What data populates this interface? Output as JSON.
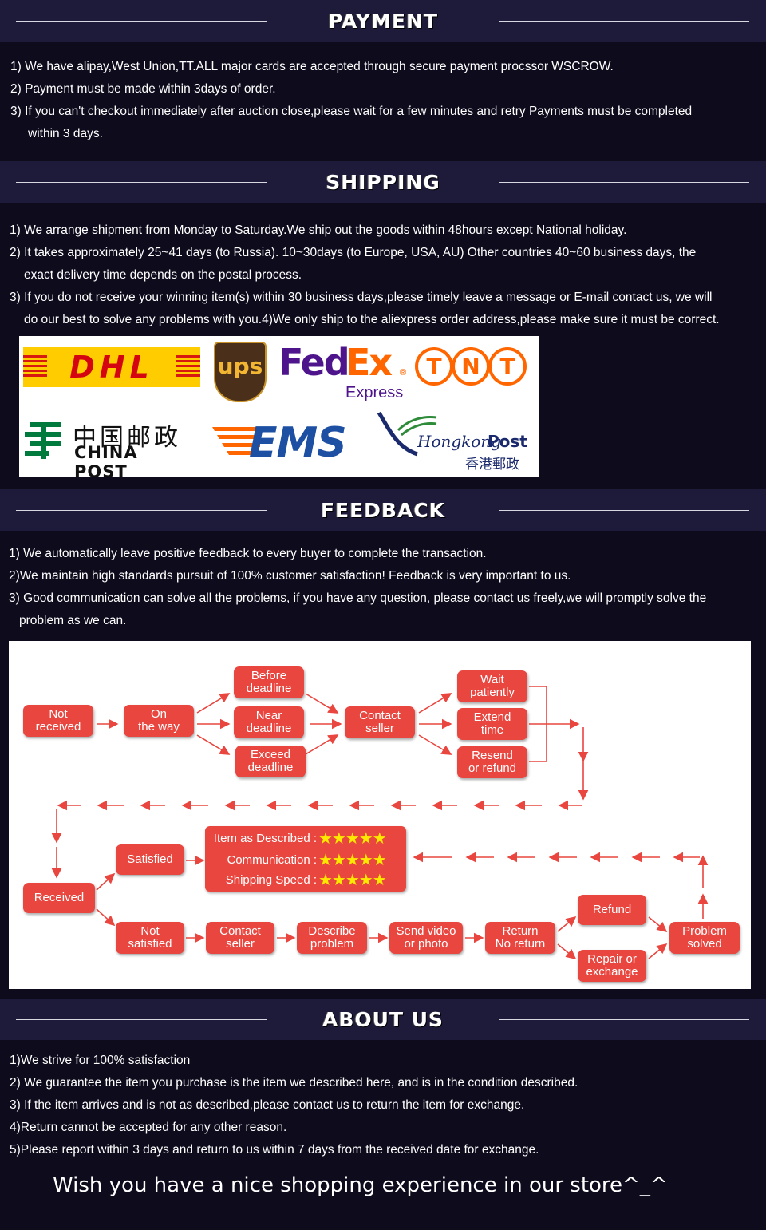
{
  "payment": {
    "title": "PAYMENT",
    "lines": [
      "1) We have alipay,West Union,TT.ALL major cards are accepted through secure payment procssor WSCROW.",
      "2) Payment must be made within 3days of order.",
      "3) If you can't checkout immediately after auction close,please wait for a few minutes and retry Payments must be completed",
      "within 3 days."
    ]
  },
  "shipping": {
    "title": "SHIPPING",
    "lines": [
      "1) We arrange shipment from Monday to Saturday.We ship out the goods within 48hours except National holiday.",
      "2) It takes approximately 25~41 days (to Russia). 10~30days (to Europe, USA, AU) Other countries 40~60 business days, the",
      "exact delivery time depends on the postal process.",
      "3) If you do not receive your winning item(s) within 30 business days,please timely leave a message or E-mail contact us, we will",
      "do our best to solve any problems with you.4)We only ship to the aliexpress order address,please make sure it must be correct."
    ],
    "logos": {
      "dhl": "DHL",
      "ups": "ups",
      "fedex_fed": "Fed",
      "fedex_ex": "Ex",
      "fedex_reg": "®",
      "fedex_express": "Express",
      "tnt": [
        "T",
        "N",
        "T"
      ],
      "chinapost_cn": "中国邮政",
      "chinapost_en": "CHINA POST",
      "ems": "EMS",
      "hkpost_hongkong": "Hongkong",
      "hkpost_post": "Post",
      "hkpost_cn": "香港郵政"
    }
  },
  "feedback": {
    "title": "FEEDBACK",
    "lines": [
      "1) We automatically leave positive feedback to every buyer to complete the transaction.",
      "2)We maintain high standards pursuit of 100% customer satisfaction! Feedback is very important to us.",
      "3) Good communication can solve all the problems, if you have any question, please contact us freely,we will promptly solve the",
      "problem as we can."
    ],
    "flow": {
      "not_received": [
        "Not",
        "received"
      ],
      "on_the_way": [
        "On",
        "the way"
      ],
      "before_deadline": [
        "Before",
        "deadline"
      ],
      "near_deadline": [
        "Near",
        "deadline"
      ],
      "exceed_deadline": [
        "Exceed",
        "deadline"
      ],
      "contact_seller_top": [
        "Contact",
        "seller"
      ],
      "wait_patiently": [
        "Wait",
        "patiently"
      ],
      "extend_time": [
        "Extend",
        "time"
      ],
      "resend_or_refund": [
        "Resend",
        "or refund"
      ],
      "received": "Received",
      "satisfied": "Satisfied",
      "rating_rows": [
        {
          "label": "Item as Described :",
          "stars": "★★★★★",
          "stars_count": 5
        },
        {
          "label": "Communication :",
          "stars": "★★★★★",
          "stars_count": 5
        },
        {
          "label": "Shipping Speed :",
          "stars": "★★★★★",
          "stars_count": 5
        }
      ],
      "not_satisfied": [
        "Not",
        "satisfied"
      ],
      "contact_seller_bottom": [
        "Contact",
        "seller"
      ],
      "describe_problem": [
        "Describe",
        "problem"
      ],
      "send_video_or_photo": [
        "Send video",
        "or photo"
      ],
      "return_no_return": [
        "Return",
        "No return"
      ],
      "refund": "Refund",
      "repair_or_exchange": [
        "Repair or",
        "exchange"
      ],
      "problem_solved": [
        "Problem",
        "solved"
      ],
      "accent_color": "#e8463f",
      "star_color": "#ffe800"
    }
  },
  "about": {
    "title": "ABOUT US",
    "lines": [
      "1)We strive for 100% satisfaction",
      "2) We guarantee the item you purchase is the item we described here, and is in the condition described.",
      "3) If the item arrives and is not as described,please contact us to return the item for exchange.",
      "4)Return cannot be accepted for any other reason.",
      "5)Please report within 3 days and return to us within 7 days from the received date for exchange."
    ]
  },
  "closing": "Wish you have a nice shopping experience in our store^_^",
  "colors": {
    "background": "#0d0b1c",
    "section_band": "#1e1a3a",
    "dhl_yellow": "#ffcc00",
    "dhl_red": "#d40511",
    "fedex_purple": "#4d148c",
    "fedex_orange": "#ff6600",
    "ems_blue": "#1d4fa3",
    "chinapost_green": "#007a3d"
  }
}
